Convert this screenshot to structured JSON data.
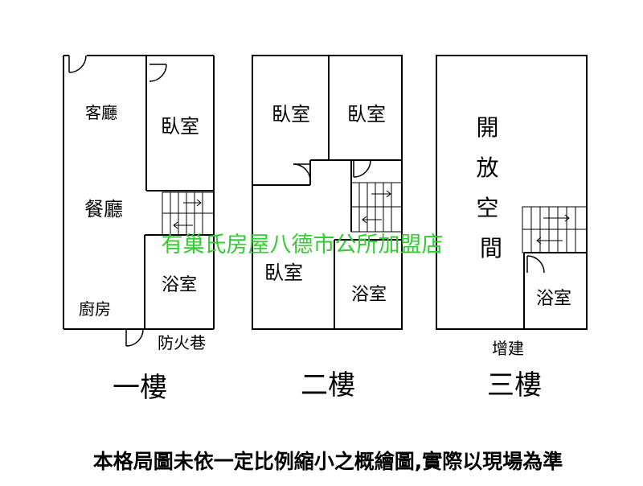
{
  "floors": {
    "first": {
      "label": "一樓",
      "rooms": {
        "living": "客廳",
        "bedroom": "臥室",
        "dining": "餐廳",
        "bath": "浴室",
        "kitchen": "廚房"
      },
      "outside": "防火巷"
    },
    "second": {
      "label": "二樓",
      "rooms": {
        "bedroom_left": "臥室",
        "bedroom_right": "臥室",
        "bedroom_lower": "臥室",
        "bath": "浴室"
      }
    },
    "third": {
      "label": "三樓",
      "rooms": {
        "open_space": "開放空間",
        "bath": "浴室"
      },
      "outside": "增建"
    }
  },
  "watermark": "有巢氏房屋八德市公所加盟店",
  "disclaimer": "本格局圖未依一定比例縮小之概繪圖,實際以現場為準",
  "colors": {
    "line": "#000000",
    "watermark": "#33cc33",
    "background": "#ffffff"
  }
}
